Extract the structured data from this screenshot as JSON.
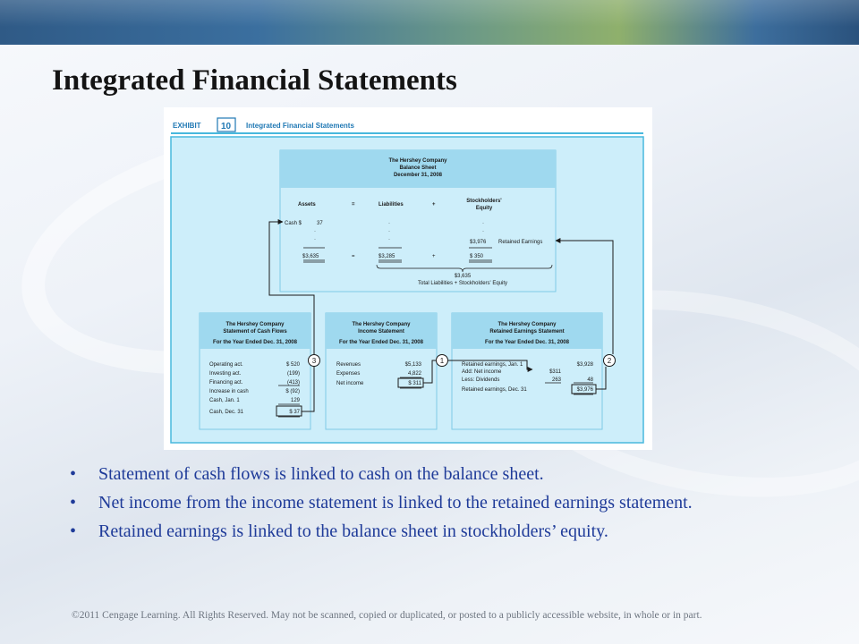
{
  "slide": {
    "title": "Integrated Financial Statements",
    "bullets": [
      "Statement of cash flows is linked to cash on the balance sheet.",
      "Net income from the income statement is linked to the retained earnings statement.",
      "Retained earnings is linked to the balance sheet in stockholders’ equity."
    ],
    "bullet_glyph": "•",
    "copyright": "©2011 Cengage Learning. All Rights Reserved. May not be scanned, copied or duplicated, or posted to a publicly accessible website, in whole or in part."
  },
  "exhibit": {
    "label": "EXHIBIT",
    "number": "10",
    "title": "Integrated Financial Statements",
    "balance_sheet": {
      "company": "The Hershey Company",
      "name": "Balance Sheet",
      "date": "December 31, 2008",
      "h_assets": "Assets",
      "h_eq1": "=",
      "h_liab": "Liabilities",
      "h_plus1": "+",
      "h_se_1": "Stockholders'",
      "h_se_2": "Equity",
      "cash_label": "Cash $",
      "cash_value": "37",
      "dot": "·",
      "re_value": "$3,976",
      "re_label": "Retained Earnings",
      "assets_total": "$3,635",
      "eq2": "=",
      "liab_total": "$3,285",
      "plus2": "+",
      "other_equity": "$  350",
      "grand_total": "$3,635",
      "grand_total_label": "Total Liabilities + Stockholders' Equity"
    },
    "cash_flows": {
      "company": "The Hershey Company",
      "name": "Statement of Cash Flows",
      "period": "For the Year Ended Dec. 31, 2008",
      "labels": [
        "Operating act.",
        "Investing act.",
        "Financing act.",
        "Increase in cash",
        "Cash, Jan. 1",
        "Cash, Dec. 31"
      ],
      "values": [
        "$  520",
        "(199)",
        "(413)",
        "$  (92)",
        "129",
        "$   37"
      ]
    },
    "income": {
      "company": "The Hershey Company",
      "name": "Income Statement",
      "period": "For the Year Ended Dec. 31, 2008",
      "labels": [
        "Revenues",
        "Expenses",
        "Net income"
      ],
      "values": [
        "$5,133",
        "4,822",
        "$   311"
      ]
    },
    "retained": {
      "company": "The Hershey Company",
      "name": "Retained Earnings Statement",
      "period": "For the Year Ended Dec. 31, 2008",
      "labels": [
        "Retained earnings, Jan. 1",
        "Add: Net income",
        "Less: Dividends",
        "Retained earnings, Dec. 31"
      ],
      "mid_values": [
        "",
        "$311",
        "263",
        ""
      ],
      "values": [
        "$3,928",
        "",
        "48",
        "$3,976"
      ]
    },
    "markers": [
      "1",
      "2",
      "3"
    ],
    "colors": {
      "header_band": "#9fd9ef",
      "box_fill": "#cdeefa",
      "frame_outer": "#48b8dd",
      "label_blue": "#1f78b4"
    }
  }
}
